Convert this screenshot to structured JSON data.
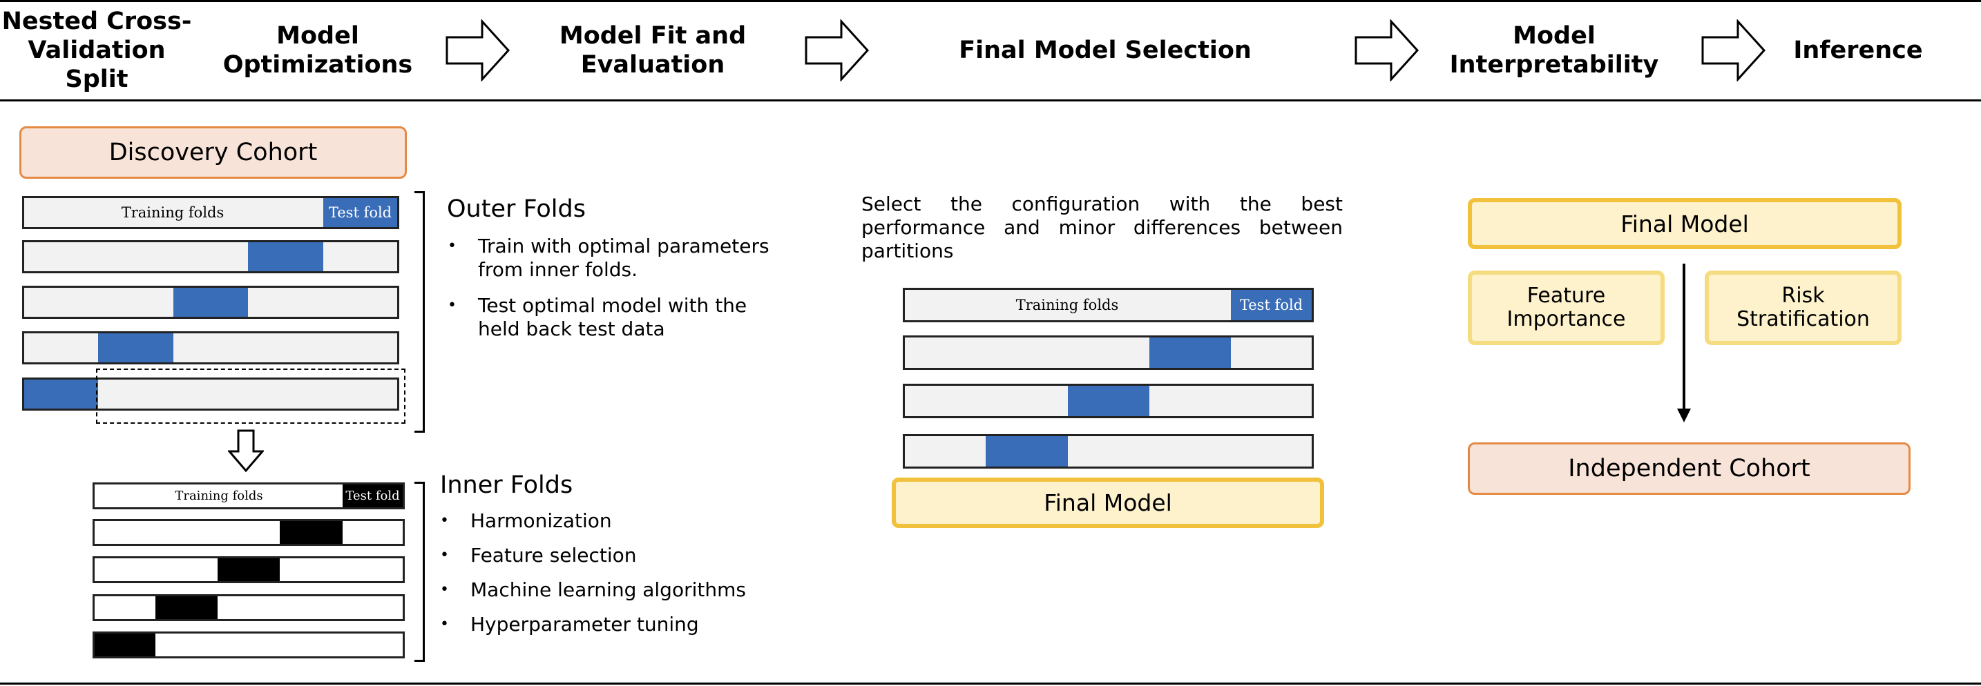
{
  "header": {
    "step1": "Nested Cross-\nValidation Split",
    "step2": "Model\nOptimizations",
    "step3": "Model Fit and\nEvaluation",
    "step4": "Final Model Selection",
    "step5": "Model\nInterpretability",
    "step6": "Inference"
  },
  "left": {
    "discovery_cohort": "Discovery Cohort",
    "training_folds_label": "Training folds",
    "test_fold_label": "Test fold",
    "inner_training_folds_label": "Training folds",
    "inner_test_fold_label": "Test fold",
    "outer_title": "Outer Folds",
    "outer_bullets": [
      "Train with optimal parameters\nfrom inner folds.",
      "Test optimal model with the\nheld back test data"
    ],
    "inner_title": "Inner Folds",
    "inner_bullets": [
      "Harmonization",
      "Feature selection",
      "Machine learning algorithms",
      "Hyperparameter tuning"
    ],
    "bullet_char": "•"
  },
  "middle": {
    "description": "Select the configuration with the best performance and minor differences between partitions",
    "training_folds_label": "Training folds",
    "test_fold_label": "Test fold",
    "final_model": "Final Model"
  },
  "right": {
    "final_model": "Final Model",
    "feature_importance": "Feature\nImportance",
    "risk_stratification": "Risk\nStratification",
    "independent_cohort": "Independent Cohort"
  },
  "colors": {
    "test_fold_blue": "#3a6db8",
    "cohort_fill": "#f8e3d8",
    "cohort_border": "#e58a45",
    "final_fill": "#fdf2cc",
    "final_border": "#f2c13c"
  }
}
